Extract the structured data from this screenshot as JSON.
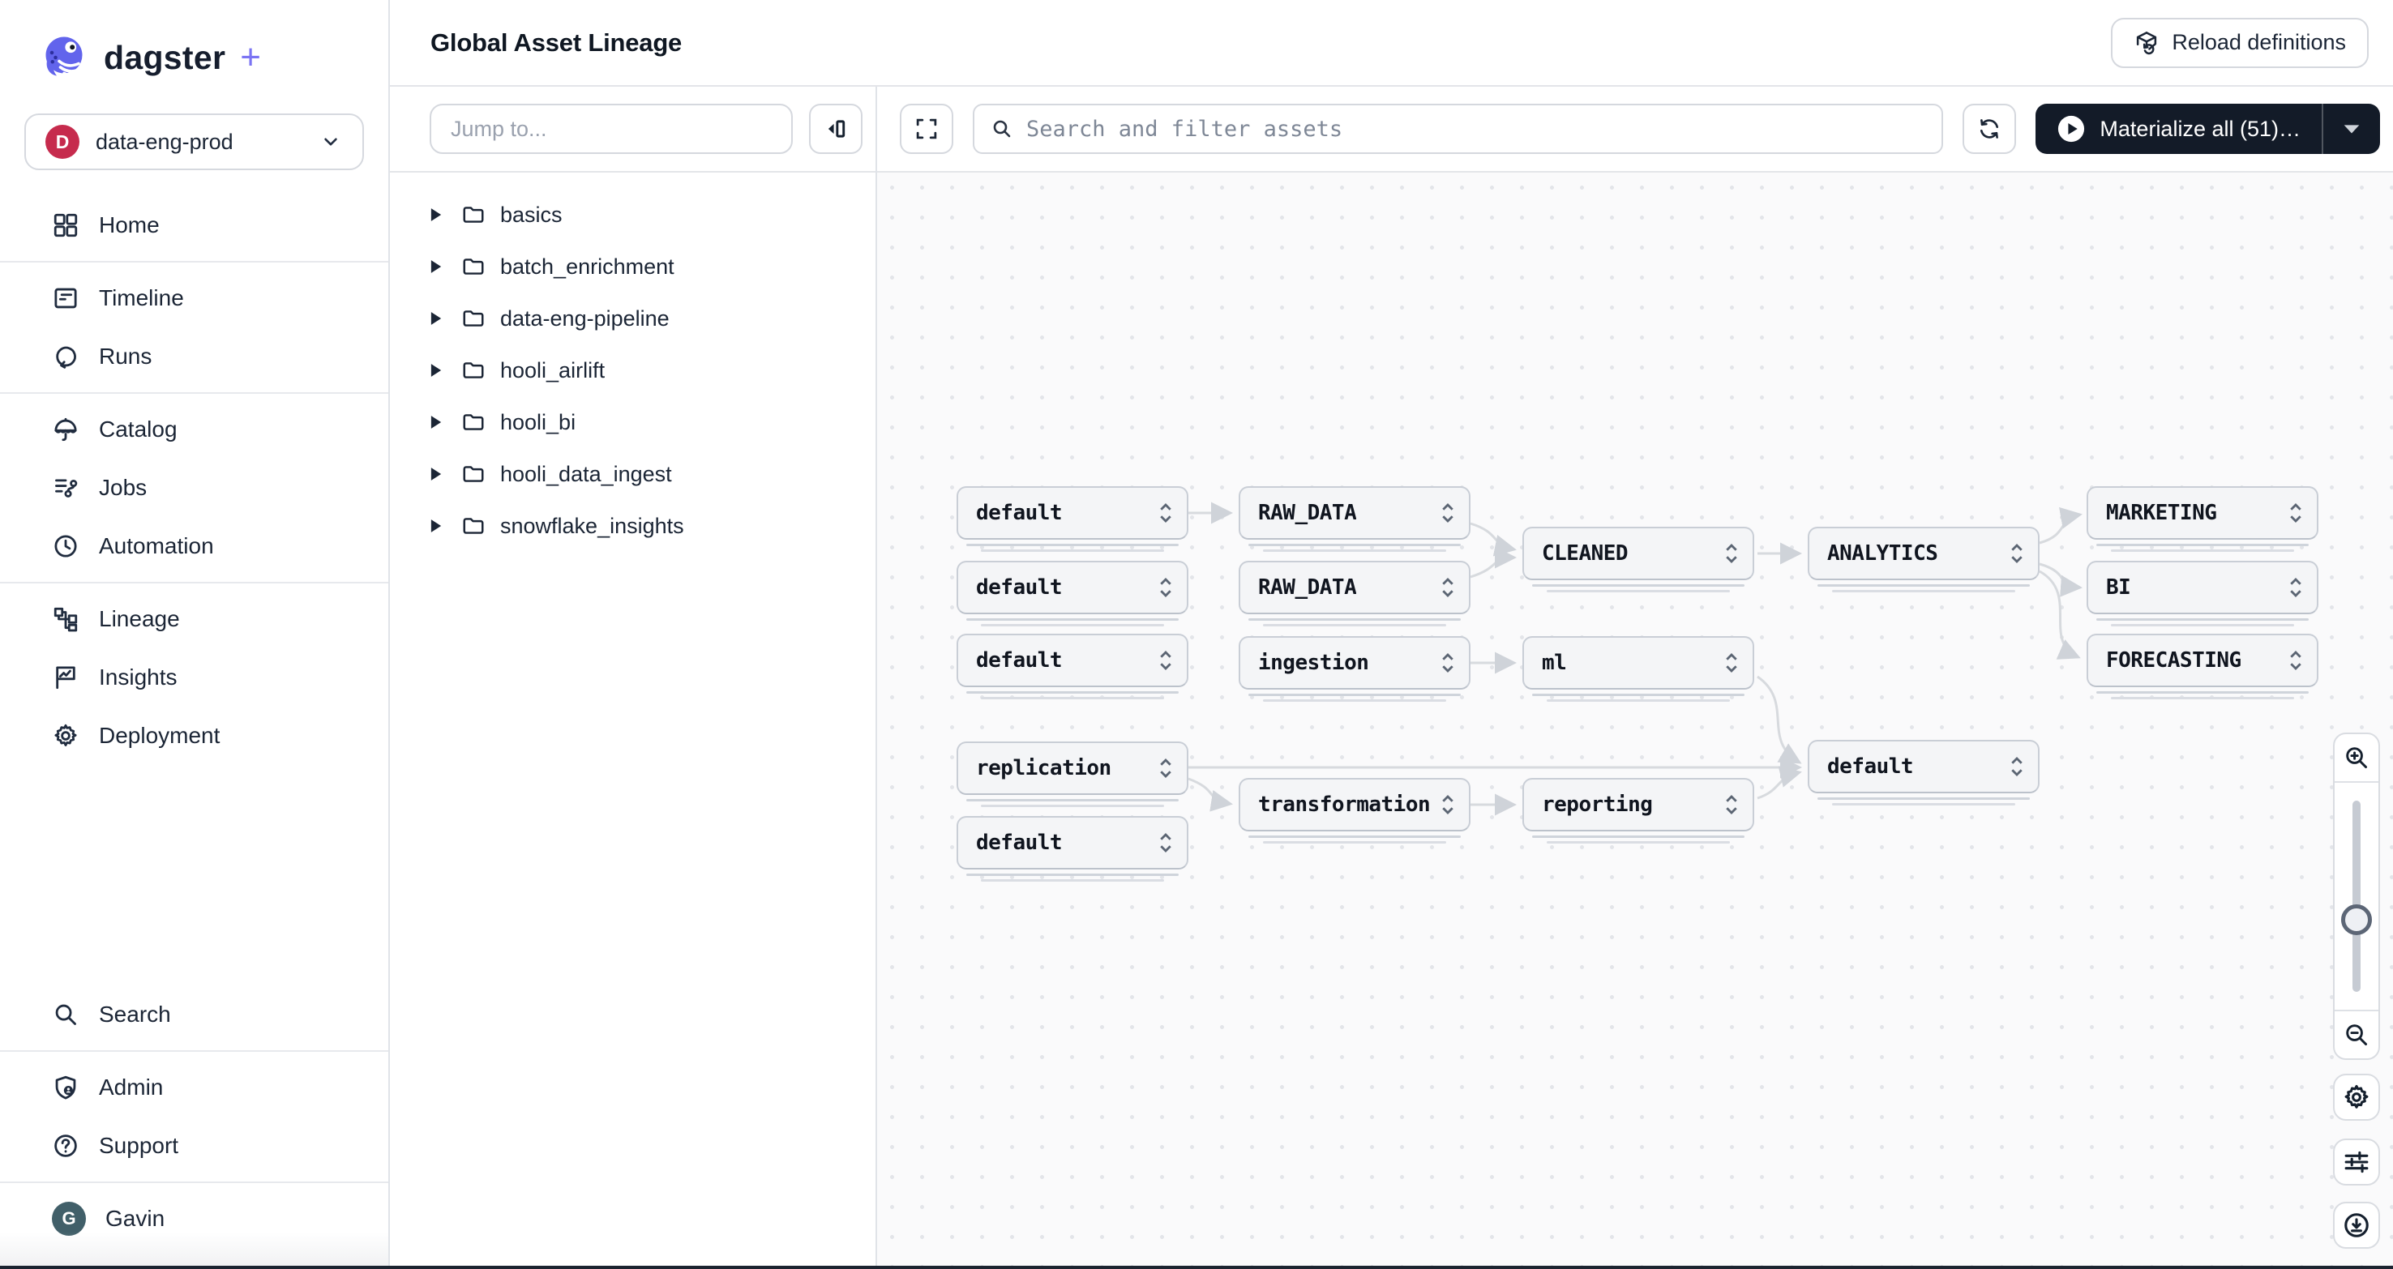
{
  "app": {
    "brand": "dagster",
    "brand_suffix": "+"
  },
  "header": {
    "title": "Global Asset Lineage",
    "reload_button": "Reload definitions"
  },
  "sidebar": {
    "deployment": {
      "badge": "D",
      "label": "data-eng-prod",
      "icon": "chevron-down-icon"
    },
    "nav": [
      {
        "label": "Home",
        "icon": "home-grid-icon"
      },
      {
        "label": "Timeline",
        "icon": "timeline-icon"
      },
      {
        "label": "Runs",
        "icon": "runs-loop-icon"
      },
      {
        "label": "Catalog",
        "icon": "catalog-icon"
      },
      {
        "label": "Jobs",
        "icon": "jobs-icon"
      },
      {
        "label": "Automation",
        "icon": "clock-icon"
      },
      {
        "label": "Lineage",
        "icon": "lineage-icon"
      },
      {
        "label": "Insights",
        "icon": "insights-flag-icon"
      },
      {
        "label": "Deployment",
        "icon": "gear-icon"
      }
    ],
    "footer_nav": [
      {
        "label": "Search",
        "icon": "search-icon"
      },
      {
        "label": "Admin",
        "icon": "shield-admin-icon"
      },
      {
        "label": "Support",
        "icon": "help-circle-icon"
      }
    ],
    "user": {
      "name": "Gavin",
      "initial": "G"
    }
  },
  "tree_panel": {
    "jump_placeholder": "Jump to...",
    "items": [
      {
        "label": "basics",
        "icon": "folder-icon"
      },
      {
        "label": "batch_enrichment",
        "icon": "folder-icon"
      },
      {
        "label": "data-eng-pipeline",
        "icon": "folder-icon"
      },
      {
        "label": "hooli_airlift",
        "icon": "folder-icon"
      },
      {
        "label": "hooli_bi",
        "icon": "folder-icon"
      },
      {
        "label": "hooli_data_ingest",
        "icon": "folder-icon"
      },
      {
        "label": "snowflake_insights",
        "icon": "folder-icon"
      }
    ]
  },
  "graph_toolbar": {
    "search_placeholder": "Search and filter assets",
    "materialize_label": "Materialize all (51)…",
    "icons": [
      "fullscreen-icon",
      "search-icon",
      "refresh-icon",
      "play-circle-icon",
      "caret-down-icon"
    ]
  },
  "graph": {
    "nodes": [
      {
        "label": "default"
      },
      {
        "label": "RAW_DATA"
      },
      {
        "label": "MARKETING"
      },
      {
        "label": "CLEANED"
      },
      {
        "label": "ANALYTICS"
      },
      {
        "label": "default"
      },
      {
        "label": "RAW_DATA"
      },
      {
        "label": "BI"
      },
      {
        "label": "default"
      },
      {
        "label": "ingestion"
      },
      {
        "label": "ml"
      },
      {
        "label": "FORECASTING"
      },
      {
        "label": "replication"
      },
      {
        "label": "default"
      },
      {
        "label": "transformation"
      },
      {
        "label": "reporting"
      },
      {
        "label": "default"
      }
    ],
    "edges": [
      {
        "from": 0,
        "to": 1
      },
      {
        "from": 1,
        "to": 3
      },
      {
        "from": 6,
        "to": 3
      },
      {
        "from": 3,
        "to": 4
      },
      {
        "from": 4,
        "to": 2
      },
      {
        "from": 4,
        "to": 7
      },
      {
        "from": 4,
        "to": 11
      },
      {
        "from": 9,
        "to": 10
      },
      {
        "from": 10,
        "to": 13
      },
      {
        "from": 12,
        "to": 13
      },
      {
        "from": 12,
        "to": 14
      },
      {
        "from": 14,
        "to": 15
      },
      {
        "from": 15,
        "to": 13
      }
    ]
  },
  "right_rail": {
    "icons": [
      "zoom-in-icon",
      "zoom-slider",
      "zoom-out-icon",
      "gear-icon",
      "tune-icon",
      "download-icon"
    ]
  },
  "colors": {
    "accent_purple": "#6a63f1",
    "badge_crimson": "#c62b4d",
    "avatar_teal": "#415f69",
    "materialize_navy": "#131b28",
    "edge_gray": "#d7dade",
    "node_bg": "#f4f5f7",
    "canvas_bg": "#fafafb"
  }
}
